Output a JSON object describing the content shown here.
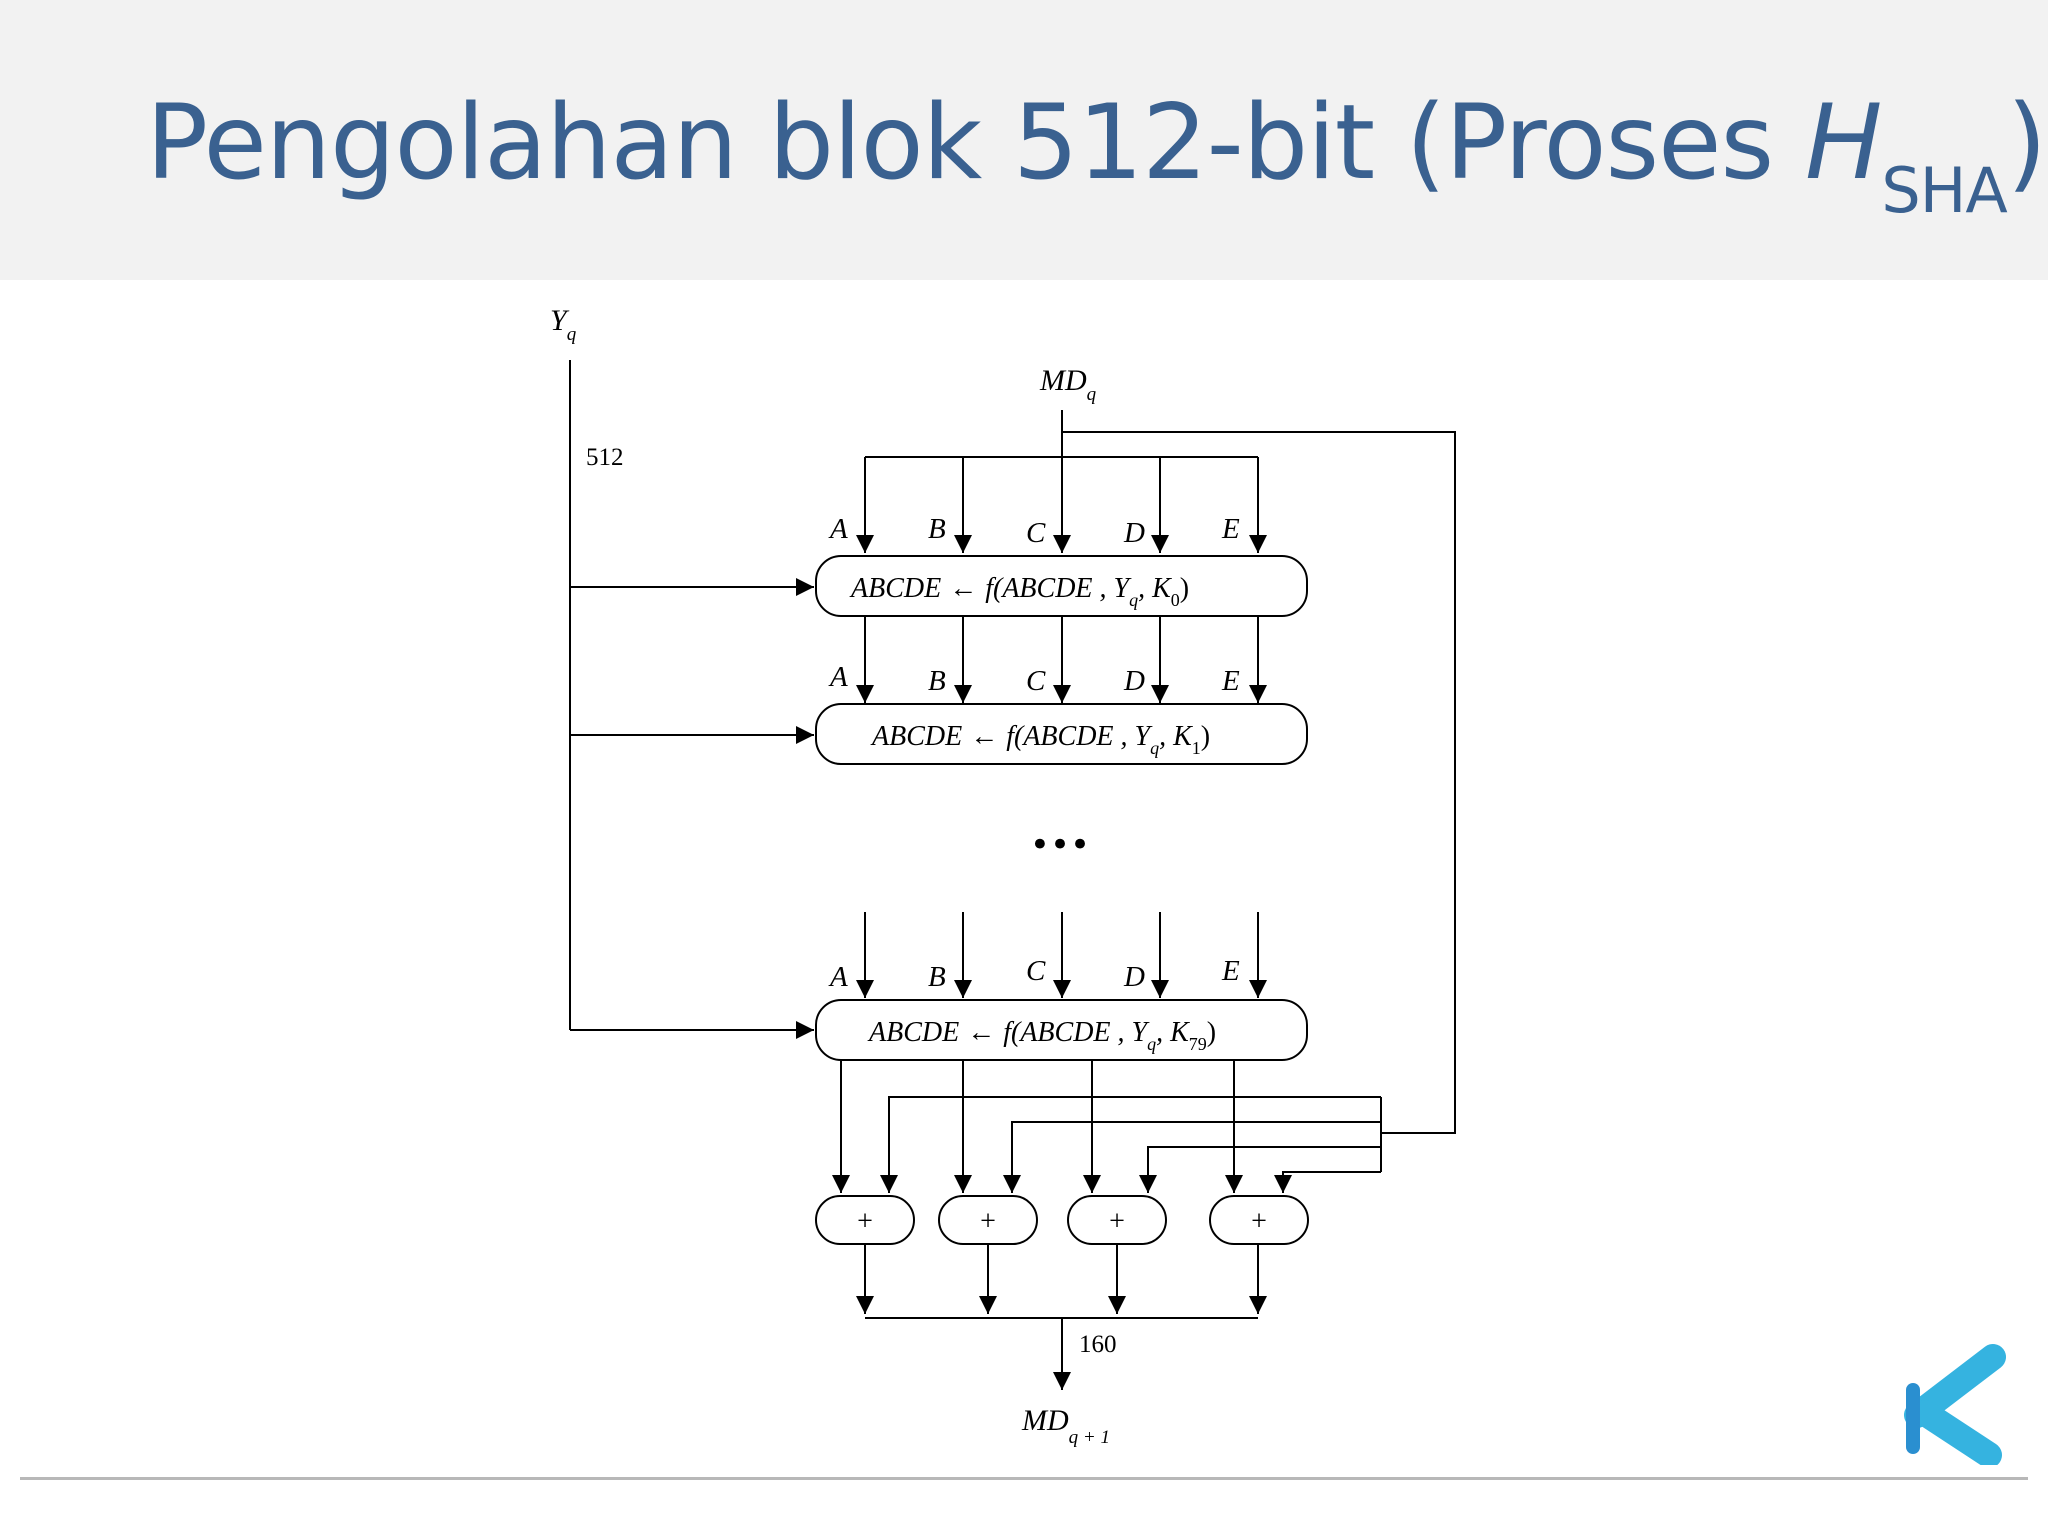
{
  "slide": {
    "title": {
      "text": "Pengolahan blok 512-bit (Proses ",
      "var": "H",
      "subscript": "SHA",
      "close": ")"
    },
    "accent_color": "#3a6190",
    "logo_icon": "blue-k-logo-icon",
    "logo_colors": [
      "#35b3e0",
      "#2a8fd0"
    ]
  },
  "diagram": {
    "input_y": {
      "main": "Y",
      "sub": "q"
    },
    "input_md": {
      "main": "MD",
      "sub": "q"
    },
    "bus_width_in": "512",
    "bus_width_out": "160",
    "output_md": {
      "main": "MD",
      "sub": "q + 1"
    },
    "register_labels": [
      "A",
      "B",
      "C",
      "D",
      "E"
    ],
    "stages": [
      {
        "lhs": "ABCDE",
        "arrow": "←",
        "func": "f",
        "args": "(ABCDE , Y",
        "args_sub": "q",
        "k": ", K",
        "k_sub": "0",
        "close": ")"
      },
      {
        "lhs": "ABCDE",
        "arrow": "←",
        "func": "f",
        "args": "(ABCDE , Y",
        "args_sub": "q",
        "k": ", K",
        "k_sub": "1",
        "close": ")"
      },
      {
        "lhs": "ABCDE",
        "arrow": "←",
        "func": "f",
        "args": "(ABCDE , Y",
        "args_sub": "q",
        "k": ", K",
        "k_sub": "79",
        "close": ")"
      }
    ],
    "ellipsis": "•••",
    "adders": [
      "+",
      "+",
      "+",
      "+"
    ]
  }
}
